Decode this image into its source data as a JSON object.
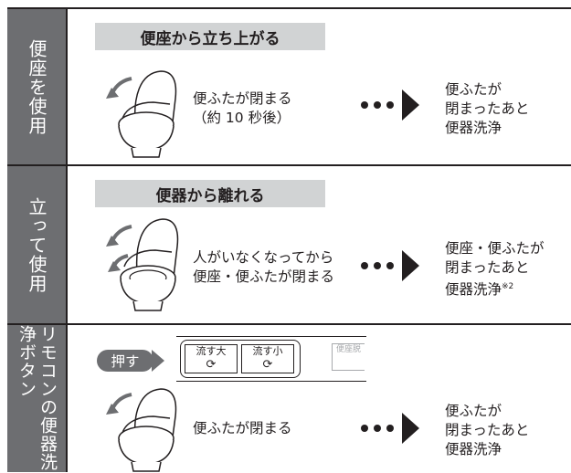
{
  "rows": [
    {
      "side_label": "便座を使用",
      "header": "便座から立ち上がる",
      "action_lines": [
        "便ふたが閉まる",
        "（約 10 秒後）"
      ],
      "result_lines": [
        "便ふたが",
        "閉まったあと",
        "便器洗浄"
      ]
    },
    {
      "side_label": "立って使用",
      "header": "便器から離れる",
      "action_lines": [
        "人がいなくなってから",
        "便座・便ふたが閉まる"
      ],
      "result_lines": [
        "便座・便ふたが",
        "閉まったあと",
        "便器洗浄"
      ],
      "result_note": "※2"
    },
    {
      "side_label": "リモコンの便器洗浄ボタン",
      "press_label": "押す",
      "remote": {
        "btn_large": "流す大",
        "btn_small": "流す小",
        "btn_third": "便座脱",
        "swirl_icon": "swirl-icon"
      },
      "action_lines": [
        "便ふたが閉まる"
      ],
      "result_lines": [
        "便ふたが",
        "閉まったあと",
        "便器洗浄"
      ]
    }
  ],
  "colors": {
    "side_bg": "#6d6e71",
    "header_bg": "#d1d3d4",
    "text": "#231f20"
  }
}
